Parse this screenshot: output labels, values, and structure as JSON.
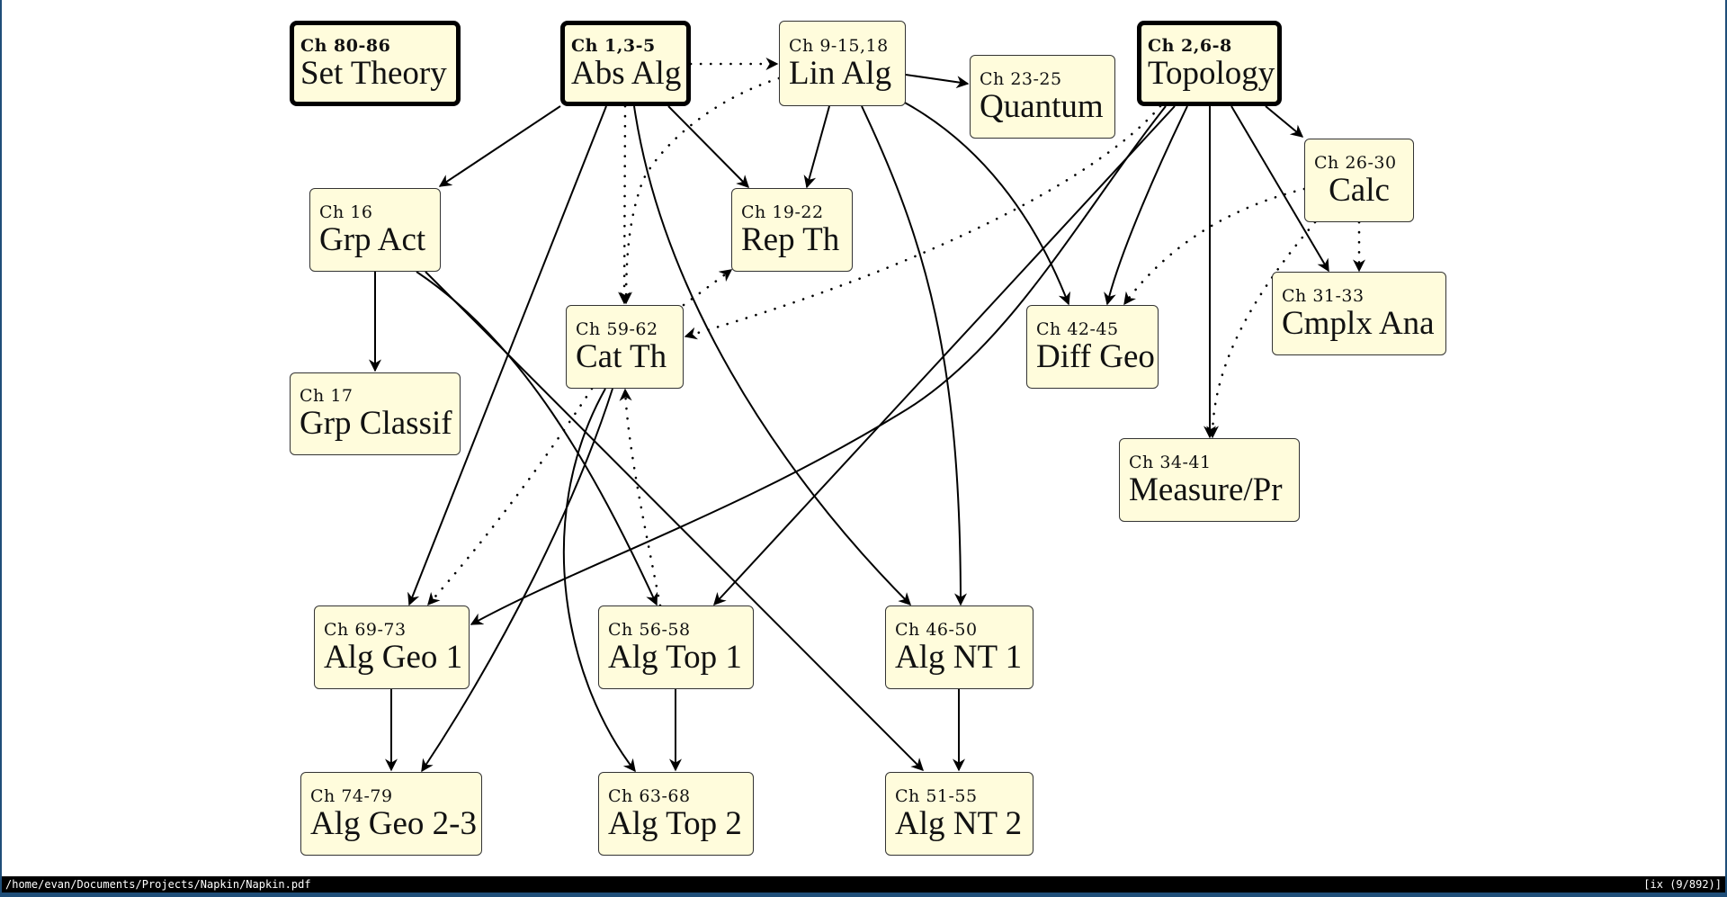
{
  "nodes": [
    {
      "id": "set_theory",
      "chapters": "Ch 80-86",
      "title": "Set Theory",
      "major": true
    },
    {
      "id": "abs_alg",
      "chapters": "Ch 1,3-5",
      "title": "Abs Alg",
      "major": true
    },
    {
      "id": "lin_alg",
      "chapters": "Ch 9-15,18",
      "title": "Lin Alg",
      "major": false
    },
    {
      "id": "quantum",
      "chapters": "Ch 23-25",
      "title": "Quantum",
      "major": false
    },
    {
      "id": "topology",
      "chapters": "Ch 2,6-8",
      "title": "Topology",
      "major": true
    },
    {
      "id": "grp_act",
      "chapters": "Ch 16",
      "title": "Grp Act",
      "major": false
    },
    {
      "id": "rep_th",
      "chapters": "Ch 19-22",
      "title": "Rep Th",
      "major": false
    },
    {
      "id": "calc",
      "chapters": "Ch 26-30",
      "title": "Calc",
      "major": false
    },
    {
      "id": "cat_th",
      "chapters": "Ch 59-62",
      "title": "Cat Th",
      "major": false
    },
    {
      "id": "diff_geo",
      "chapters": "Ch 42-45",
      "title": "Diff Geo",
      "major": false
    },
    {
      "id": "cmplx_ana",
      "chapters": "Ch 31-33",
      "title": "Cmplx Ana",
      "major": false
    },
    {
      "id": "grp_classif",
      "chapters": "Ch 17",
      "title": "Grp Classif",
      "major": false
    },
    {
      "id": "measure_pr",
      "chapters": "Ch 34-41",
      "title": "Measure/Pr",
      "major": false
    },
    {
      "id": "alg_geo_1",
      "chapters": "Ch 69-73",
      "title": "Alg Geo 1",
      "major": false
    },
    {
      "id": "alg_top_1",
      "chapters": "Ch 56-58",
      "title": "Alg Top 1",
      "major": false
    },
    {
      "id": "alg_nt_1",
      "chapters": "Ch 46-50",
      "title": "Alg NT 1",
      "major": false
    },
    {
      "id": "alg_geo_23",
      "chapters": "Ch 74-79",
      "title": "Alg Geo 2-3",
      "major": false
    },
    {
      "id": "alg_top_2",
      "chapters": "Ch 63-68",
      "title": "Alg Top 2",
      "major": false
    },
    {
      "id": "alg_nt_2",
      "chapters": "Ch 51-55",
      "title": "Alg NT 2",
      "major": false
    }
  ],
  "edges": [
    {
      "from": "abs_alg",
      "to": "grp_act",
      "style": "solid"
    },
    {
      "from": "abs_alg",
      "to": "alg_geo_1",
      "style": "solid"
    },
    {
      "from": "abs_alg",
      "to": "alg_nt_1",
      "style": "solid"
    },
    {
      "from": "abs_alg",
      "to": "rep_th",
      "style": "solid"
    },
    {
      "from": "lin_alg",
      "to": "rep_th",
      "style": "solid"
    },
    {
      "from": "lin_alg",
      "to": "quantum",
      "style": "solid"
    },
    {
      "from": "lin_alg",
      "to": "alg_nt_1",
      "style": "solid"
    },
    {
      "from": "lin_alg",
      "to": "diff_geo",
      "style": "solid"
    },
    {
      "from": "topology",
      "to": "calc",
      "style": "solid"
    },
    {
      "from": "topology",
      "to": "cmplx_ana",
      "style": "solid"
    },
    {
      "from": "topology",
      "to": "measure_pr",
      "style": "solid"
    },
    {
      "from": "topology",
      "to": "diff_geo",
      "style": "solid"
    },
    {
      "from": "topology",
      "to": "alg_top_1",
      "style": "solid"
    },
    {
      "from": "topology",
      "to": "alg_geo_1",
      "style": "solid"
    },
    {
      "from": "grp_act",
      "to": "grp_classif",
      "style": "solid"
    },
    {
      "from": "grp_act",
      "to": "alg_top_1",
      "style": "solid"
    },
    {
      "from": "grp_act",
      "to": "alg_nt_2",
      "style": "solid"
    },
    {
      "from": "cat_th",
      "to": "alg_geo_23",
      "style": "solid"
    },
    {
      "from": "cat_th",
      "to": "alg_top_2",
      "style": "solid"
    },
    {
      "from": "alg_geo_1",
      "to": "alg_geo_23",
      "style": "solid"
    },
    {
      "from": "alg_top_1",
      "to": "alg_top_2",
      "style": "solid"
    },
    {
      "from": "alg_nt_1",
      "to": "alg_nt_2",
      "style": "solid"
    },
    {
      "from": "abs_alg",
      "to": "lin_alg",
      "style": "dotted"
    },
    {
      "from": "abs_alg",
      "to": "cat_th",
      "style": "dotted"
    },
    {
      "from": "lin_alg",
      "to": "cat_th",
      "style": "dotted"
    },
    {
      "from": "cat_th",
      "to": "rep_th",
      "style": "dotted"
    },
    {
      "from": "topology",
      "to": "cat_th",
      "style": "dotted"
    },
    {
      "from": "calc",
      "to": "diff_geo",
      "style": "dotted"
    },
    {
      "from": "calc",
      "to": "cmplx_ana",
      "style": "dotted"
    },
    {
      "from": "calc",
      "to": "measure_pr",
      "style": "dotted"
    },
    {
      "from": "cat_th",
      "to": "alg_geo_1",
      "style": "dotted"
    },
    {
      "from": "alg_top_1",
      "to": "cat_th",
      "style": "dotted"
    }
  ],
  "statusbar": {
    "file_path": "/home/evan/Documents/Projects/Napkin/Napkin.pdf",
    "page_info": "[ix (9/892)]"
  }
}
